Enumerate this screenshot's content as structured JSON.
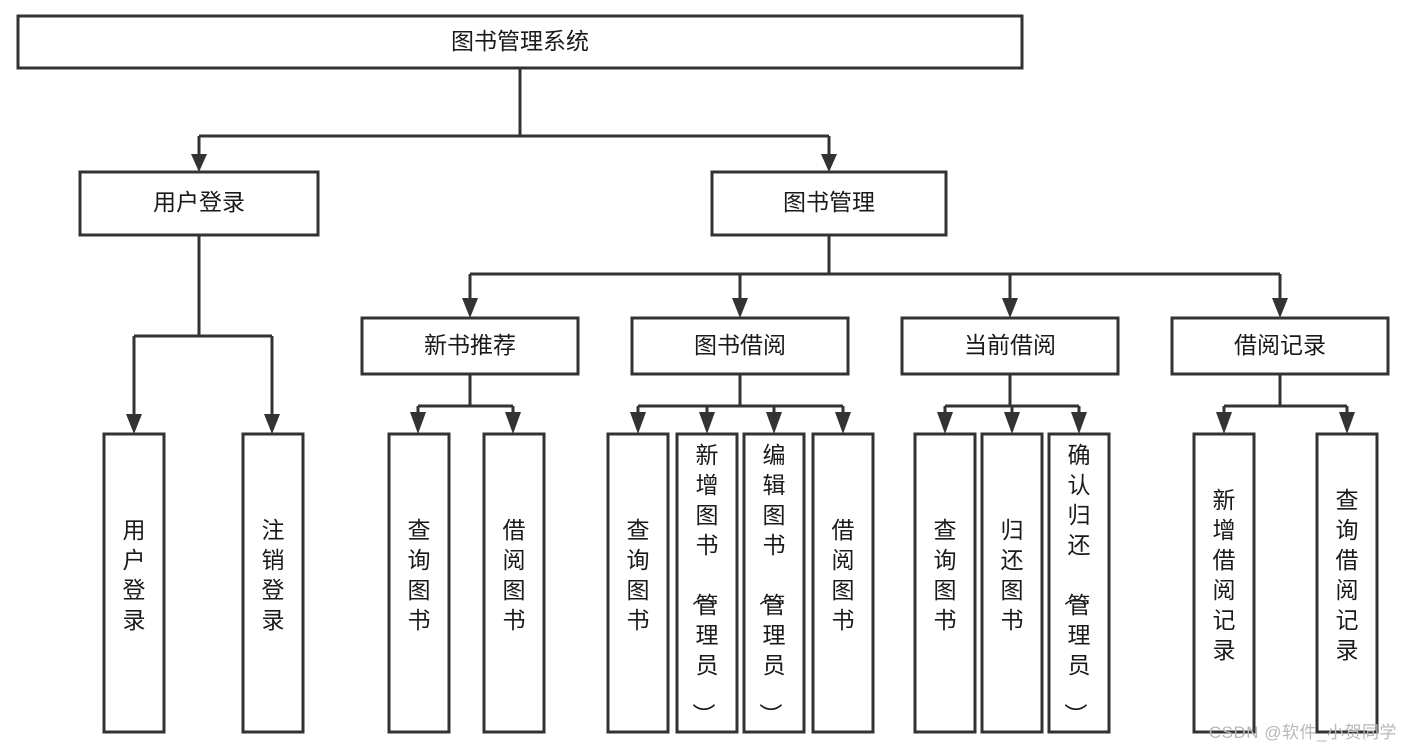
{
  "diagram": {
    "type": "hierarchy-tree",
    "orientation": "top-down",
    "title": "图书管理系统",
    "levels": 4,
    "colors": {
      "background": "#ffffff",
      "node_fill": "#ffffff",
      "node_stroke": "#333333",
      "edge": "#333333",
      "text": "#1a1a1a",
      "watermark": "#b8b8b8"
    },
    "nodes": {
      "root": {
        "label": "图书管理系统"
      },
      "level2": [
        {
          "id": "user-login",
          "label": "用户登录"
        },
        {
          "id": "book-manage",
          "label": "图书管理"
        }
      ],
      "level3": [
        {
          "id": "new-book-recommend",
          "label": "新书推荐"
        },
        {
          "id": "book-borrow",
          "label": "图书借阅"
        },
        {
          "id": "current-borrow",
          "label": "当前借阅"
        },
        {
          "id": "borrow-record",
          "label": "借阅记录"
        }
      ],
      "leaves": {
        "user-login": [
          {
            "id": "leaf-user-login",
            "label": "用户登录"
          },
          {
            "id": "leaf-logout-login",
            "label": "注销登录"
          }
        ],
        "new-book-recommend": [
          {
            "id": "leaf-query-book-1",
            "label": "查询图书"
          },
          {
            "id": "leaf-borrow-book-1",
            "label": "借阅图书"
          }
        ],
        "book-borrow": [
          {
            "id": "leaf-query-book-2",
            "label": "查询图书"
          },
          {
            "id": "leaf-add-book",
            "label": "新增图书（管理员）"
          },
          {
            "id": "leaf-edit-book",
            "label": "编辑图书（管理员）"
          },
          {
            "id": "leaf-borrow-book-2",
            "label": "借阅图书"
          }
        ],
        "current-borrow": [
          {
            "id": "leaf-query-book-3",
            "label": "查询图书"
          },
          {
            "id": "leaf-return-book",
            "label": "归还图书"
          },
          {
            "id": "leaf-confirm-return",
            "label": "确认归还（管理员）"
          }
        ],
        "borrow-record": [
          {
            "id": "leaf-add-record",
            "label": "新增借阅记录"
          },
          {
            "id": "leaf-query-record",
            "label": "查询借阅记录"
          }
        ]
      }
    }
  },
  "watermark": {
    "text": "CSDN @软件_小贺同学"
  }
}
